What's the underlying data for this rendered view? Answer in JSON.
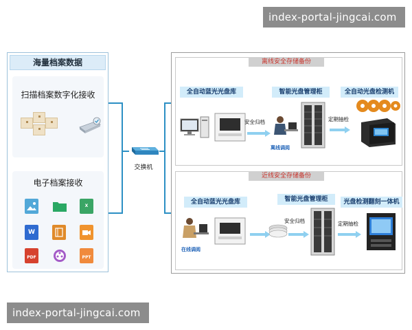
{
  "watermark": {
    "top": "index-portal-jingcai.com",
    "bottom": "index-portal-jingcai.com"
  },
  "left": {
    "title": "海量档案数据",
    "scan_label": "扫描档案数字化接收",
    "ebook_label": "电子档案接收",
    "file_icons": [
      "image",
      "folder",
      "X",
      "W",
      "book",
      "video",
      "PDF",
      "media",
      "PPT"
    ]
  },
  "switch": {
    "label": "交换机"
  },
  "offline": {
    "title": "离线安全存储备份",
    "step1": "全自动蓝光光盘库",
    "step2": "智能光盘管理柜",
    "step3": "全自动光盘检测机",
    "arrow1": "安全归档",
    "arrow2": "定期抽检",
    "caption": "离线调阅"
  },
  "nearline": {
    "title": "近线安全存储备份",
    "step1": "全自动蓝光光盘库",
    "step2": "智能光盘管理柜",
    "step3": "光盘检测翻刻一体机",
    "arrow1": "安全归档",
    "arrow2": "定期抽检",
    "caption": "在线调阅"
  },
  "colors": {
    "accent": "#2b8fc4",
    "label_bg": "#d2ecfa",
    "title_red": "#c8342c"
  }
}
